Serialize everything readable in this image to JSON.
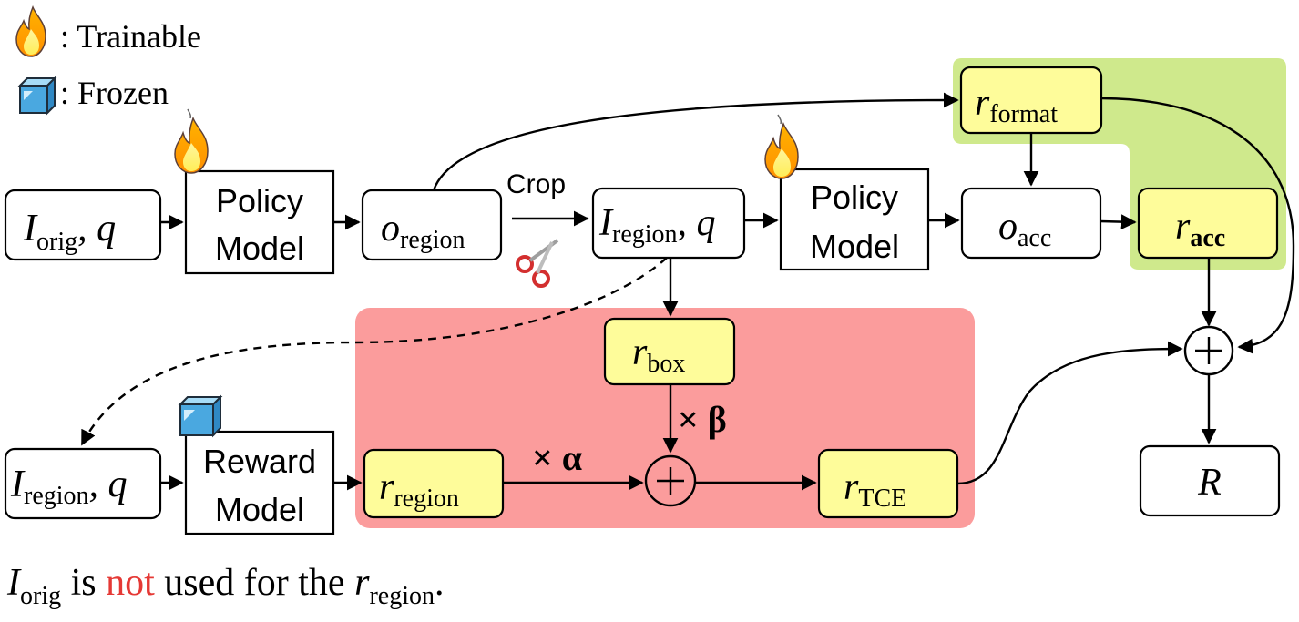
{
  "legend": {
    "trainable_label": ": Trainable",
    "frozen_label": ": Frozen"
  },
  "nodes": {
    "input_orig": {
      "main": "I",
      "sub": "orig",
      "suffix": ", q"
    },
    "policy_model_1": {
      "line1": "Policy",
      "line2": "Model"
    },
    "o_region": {
      "main": "o",
      "sub": "region"
    },
    "crop_label": "Crop",
    "input_region_top": {
      "main": "I",
      "sub": "region",
      "suffix": ", q"
    },
    "policy_model_2": {
      "line1": "Policy",
      "line2": "Model"
    },
    "o_acc": {
      "main": "o",
      "sub": "acc"
    },
    "r_format": {
      "main": "r",
      "sub": "format"
    },
    "r_acc": {
      "main": "r",
      "sub": "acc"
    },
    "r_box": {
      "main": "r",
      "sub": "box"
    },
    "times_beta": "× β",
    "times_alpha": "× α",
    "input_region_bottom": {
      "main": "I",
      "sub": "region",
      "suffix": ", q"
    },
    "reward_model": {
      "line1": "Reward",
      "line2": "Model"
    },
    "r_region": {
      "main": "r",
      "sub": "region"
    },
    "r_tce": {
      "main": "r",
      "sub": "TCE"
    },
    "final_R": "R"
  },
  "caption": {
    "main": "I",
    "sub": "orig",
    "text1": " is ",
    "highlight": "not",
    "text2": " used for the ",
    "main2": "r",
    "sub2": "region",
    "end": "."
  },
  "colors": {
    "green_region": "#cfe98c",
    "red_region": "#fb9c9c",
    "yellow_box": "#fefc9a",
    "highlight_red": "#e53935"
  }
}
